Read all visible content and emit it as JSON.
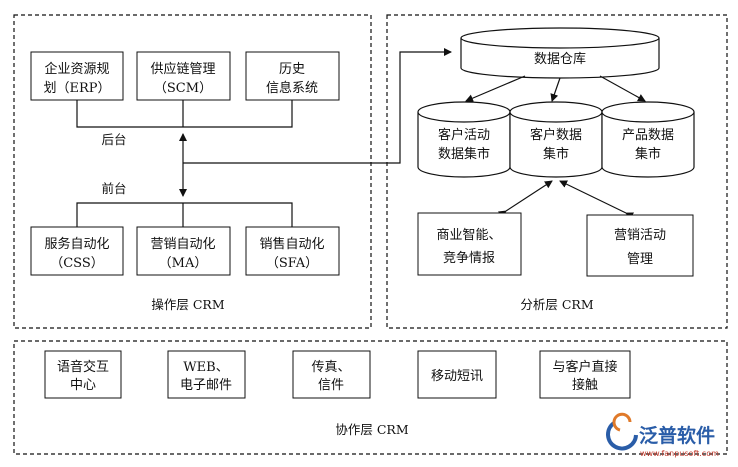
{
  "operation": {
    "caption": "操作层 CRM",
    "backend_label": "后台",
    "frontend_label": "前台",
    "backend_boxes": [
      {
        "line1": "企业资源规",
        "line2": "划（ERP）"
      },
      {
        "line1": "供应链管理",
        "line2": "（SCM）"
      },
      {
        "line1": "历史",
        "line2": "信息系统"
      }
    ],
    "frontend_boxes": [
      {
        "line1": "服务自动化",
        "line2": "（CSS）"
      },
      {
        "line1": "营销自动化",
        "line2": "（MA）"
      },
      {
        "line1": "销售自动化",
        "line2": "（SFA）"
      }
    ]
  },
  "analysis": {
    "caption": "分析层 CRM",
    "warehouse": "数据仓库",
    "marts": [
      {
        "line1": "客户活动",
        "line2": "数据集市"
      },
      {
        "line1": "客户数据",
        "line2": "集市"
      },
      {
        "line1": "产品数据",
        "line2": "集市"
      }
    ],
    "bi_box": {
      "line1": "商业智能、",
      "line2": "竞争情报"
    },
    "marketing_box": {
      "line1": "营销活动",
      "line2": "管理"
    }
  },
  "collaboration": {
    "caption": "协作层 CRM",
    "boxes": [
      {
        "line1": "语音交互",
        "line2": "中心"
      },
      {
        "line1": "WEB、",
        "line2": "电子邮件"
      },
      {
        "line1": "传真、",
        "line2": "信件"
      },
      {
        "line1": "移动短讯",
        "line2": ""
      },
      {
        "line1": "与客户直接",
        "line2": "接触"
      }
    ]
  },
  "watermark": {
    "brand": "泛普软件",
    "url": "www.fanpusoft.com"
  }
}
